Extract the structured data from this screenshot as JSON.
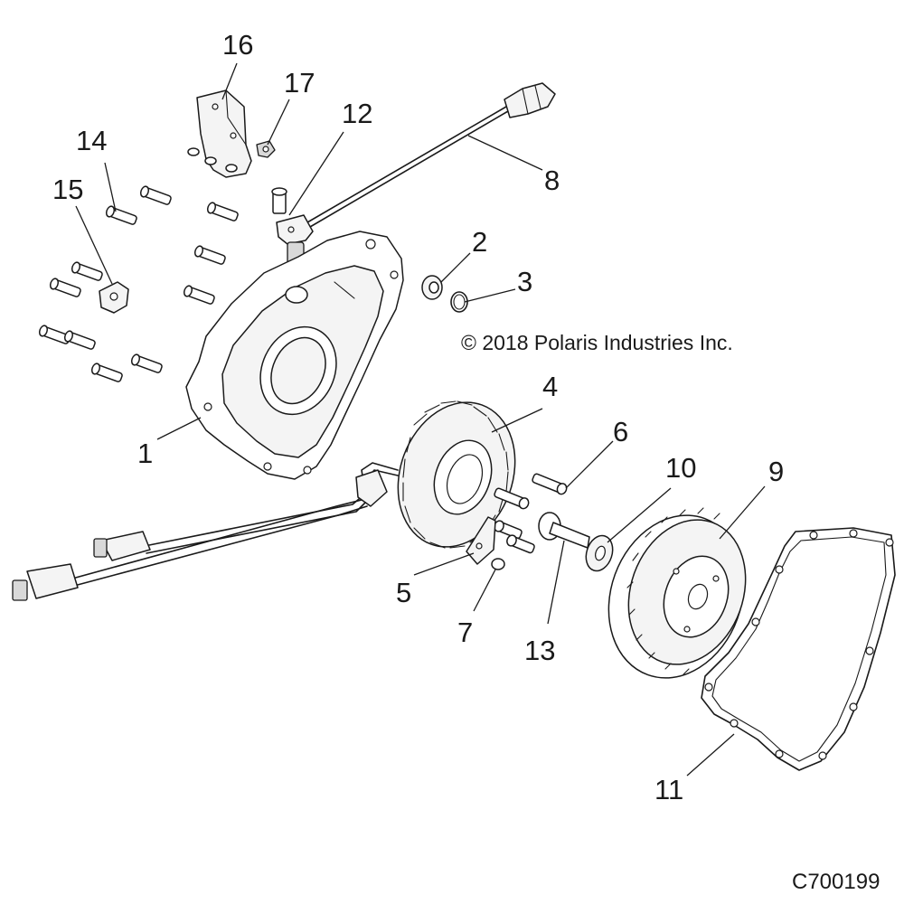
{
  "copyright": "© 2018 Polaris Industries Inc.",
  "figure_code": "C700199",
  "callouts": {
    "c1": "1",
    "c2": "2",
    "c3": "3",
    "c4": "4",
    "c5": "5",
    "c6": "6",
    "c7": "7",
    "c8": "8",
    "c9": "9",
    "c10": "10",
    "c11": "11",
    "c12": "12",
    "c13": "13",
    "c14": "14",
    "c15": "15",
    "c16": "16",
    "c17": "17"
  }
}
